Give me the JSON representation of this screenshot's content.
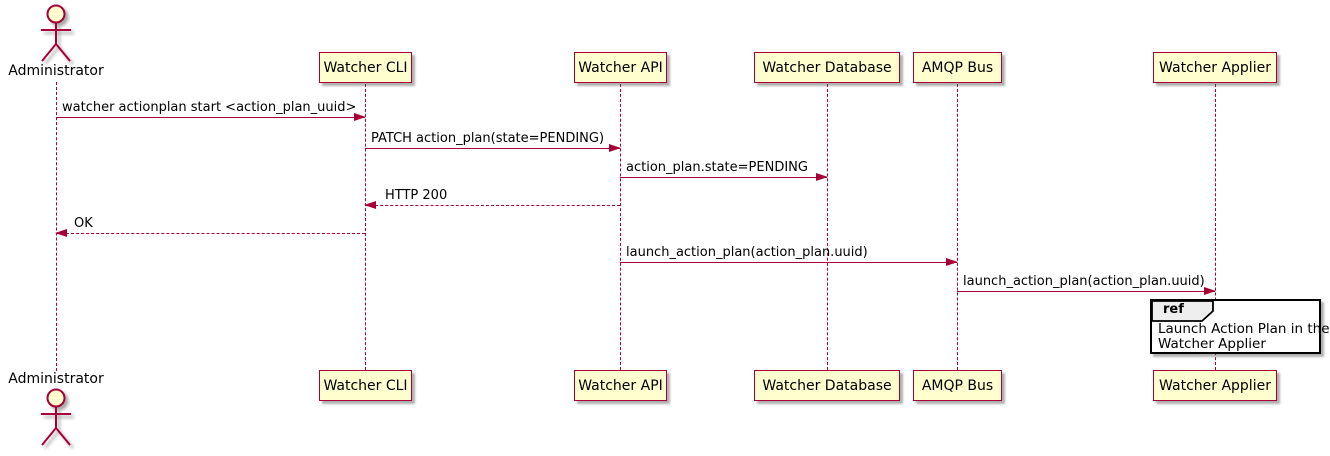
{
  "colors": {
    "participant_fill": "#FEFECE",
    "participant_border": "#A80036",
    "lifeline": "#A80036",
    "arrow": "#A80036",
    "message_text": "#000000",
    "ref_border": "#000000",
    "ref_header_fill": "#EEEEEE",
    "ref_body_fill": "#FFFFFF"
  },
  "actor": {
    "name": "Administrator"
  },
  "participants": [
    {
      "label": "Watcher CLI"
    },
    {
      "label": "Watcher API"
    },
    {
      "label": "Watcher Database"
    },
    {
      "label": "AMQP Bus"
    },
    {
      "label": "Watcher Applier"
    }
  ],
  "messages": [
    {
      "from": "Administrator",
      "to": "Watcher CLI",
      "label": "watcher actionplan start <action_plan_uuid>",
      "style": "solid",
      "direction": "right"
    },
    {
      "from": "Watcher CLI",
      "to": "Watcher API",
      "label": "PATCH action_plan(state=PENDING)",
      "style": "solid",
      "direction": "right"
    },
    {
      "from": "Watcher API",
      "to": "Watcher Database",
      "label": "action_plan.state=PENDING",
      "style": "solid",
      "direction": "right"
    },
    {
      "from": "Watcher API",
      "to": "Watcher CLI",
      "label": "HTTP 200",
      "style": "dashed",
      "direction": "left"
    },
    {
      "from": "Watcher CLI",
      "to": "Administrator",
      "label": "OK",
      "style": "dashed",
      "direction": "left"
    },
    {
      "from": "Watcher API",
      "to": "AMQP Bus",
      "label": "launch_action_plan(action_plan.uuid)",
      "style": "solid",
      "direction": "right"
    },
    {
      "from": "AMQP Bus",
      "to": "Watcher Applier",
      "label": "launch_action_plan(action_plan.uuid)",
      "style": "solid",
      "direction": "right"
    }
  ],
  "ref": {
    "keyword": "ref",
    "over": "Watcher Applier",
    "line1": "Launch Action Plan in the",
    "line2": "Watcher Applier"
  }
}
